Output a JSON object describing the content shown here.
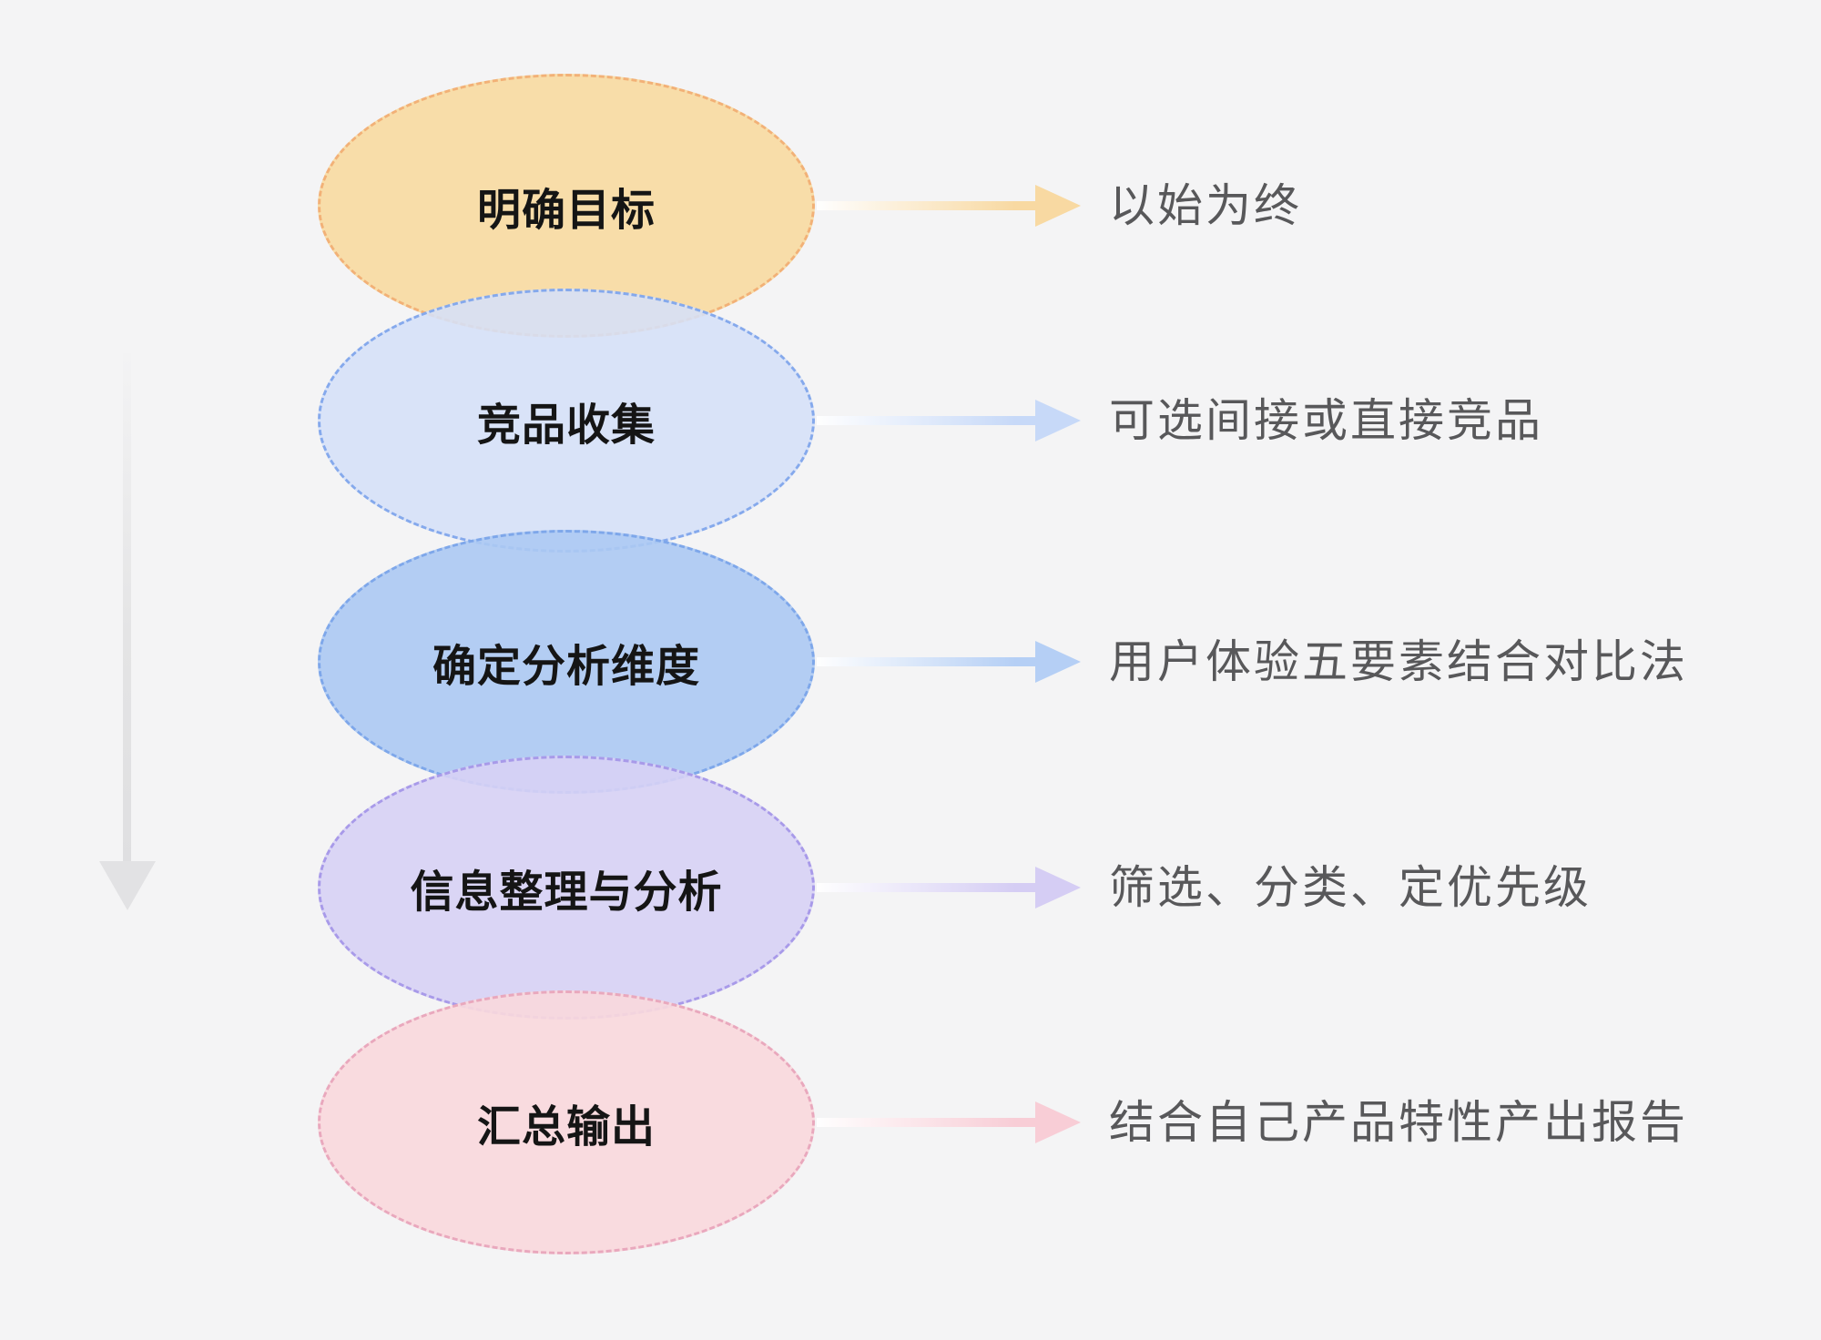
{
  "background_color": "#f4f4f5",
  "note_text_color": "#58585a",
  "label_text_color": "#151515",
  "direction_arrow_color": "#e2e2e4",
  "flow": {
    "steps": [
      {
        "label": "明确目标",
        "note": "以始为终",
        "fill": "rgba(248,219,164,0.95)",
        "border": "#f2b177",
        "arrow": "#f8d9a2"
      },
      {
        "label": "竞品收集",
        "note": "可选间接或直接竞品",
        "fill": "rgba(213,224,248,0.88)",
        "border": "#85a9ec",
        "arrow": "#c7d9f8"
      },
      {
        "label": "确定分析维度",
        "note": "用户体验五要素结合对比法",
        "fill": "rgba(172,201,243,0.90)",
        "border": "#7ea7ea",
        "arrow": "#b5cff5"
      },
      {
        "label": "信息整理与分析",
        "note": "筛选、分类、定优先级",
        "fill": "rgba(215,209,245,0.90)",
        "border": "#a89ae9",
        "arrow": "#d5cdf4"
      },
      {
        "label": "汇总输出",
        "note": "结合自己产品特性产出报告",
        "fill": "rgba(249,216,220,0.92)",
        "border": "#e9a8bd",
        "arrow": "#f8cdd6"
      }
    ]
  }
}
